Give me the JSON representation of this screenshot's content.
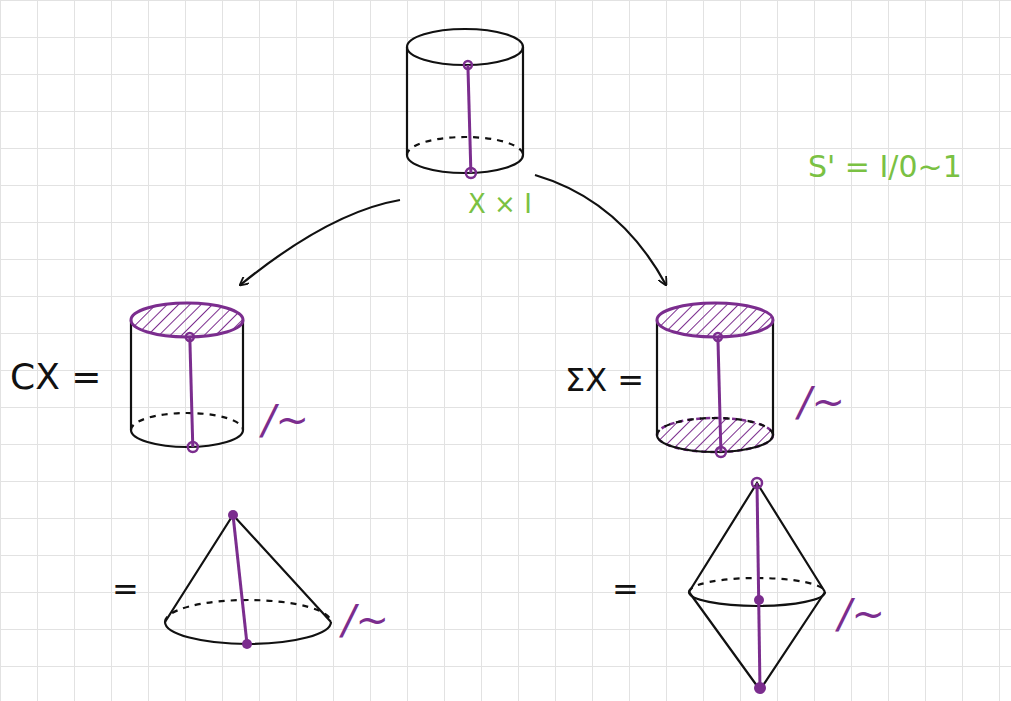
{
  "diagram": {
    "nodes": [
      {
        "text": [
          "X × I"
        ]
      },
      {
        "text": [
          "CX ="
        ]
      },
      {
        "text": [
          "ΣX ="
        ]
      }
    ],
    "edges": [
      {
        "from": 0,
        "to": 1,
        "arrow": "to"
      },
      {
        "from": 0,
        "to": 2,
        "arrow": "to"
      }
    ],
    "labels": [
      "S' = I/0~1",
      "/~",
      "=",
      "/~",
      "/~",
      "=",
      "/~"
    ]
  }
}
